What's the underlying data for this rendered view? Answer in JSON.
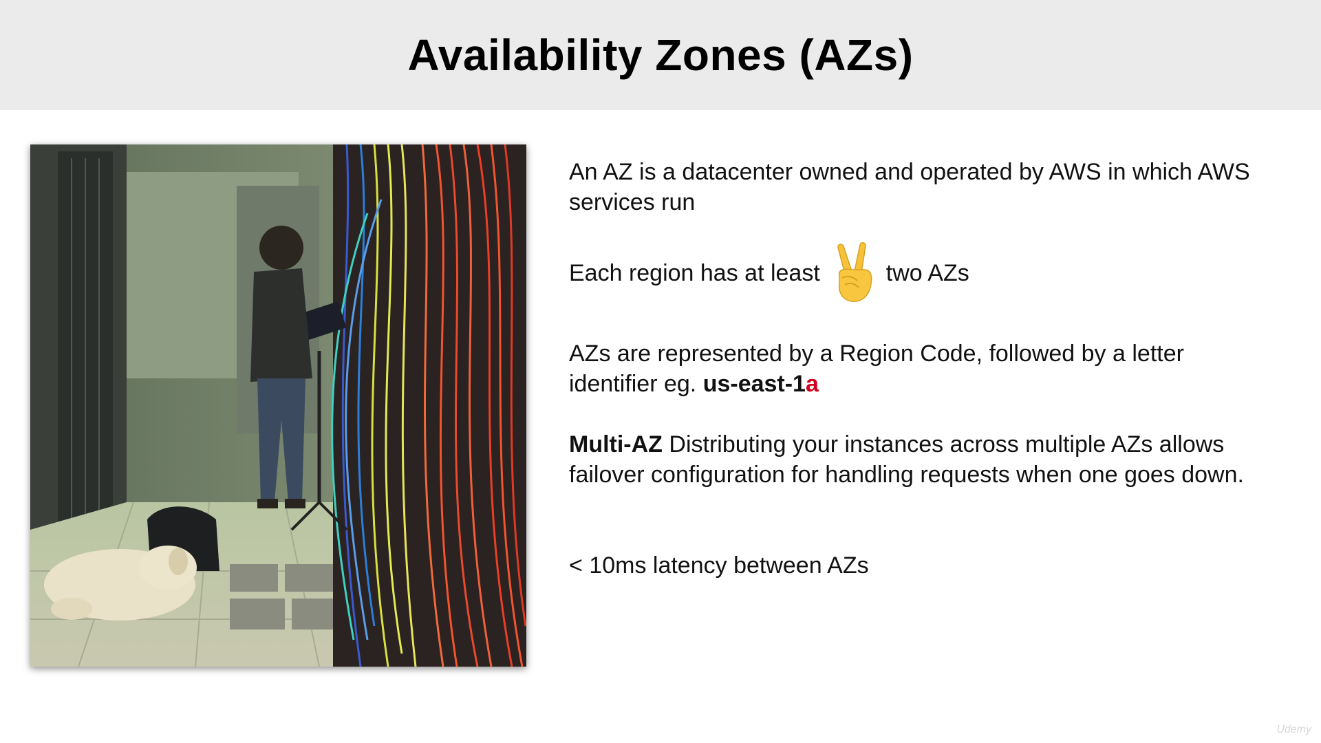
{
  "slide": {
    "title": "Availability Zones (AZs)"
  },
  "bullets": {
    "p1": "An AZ is a datacenter owned and operated by AWS in which AWS services run",
    "p2_before": "Each region has at least",
    "p2_emoji": "victory-hand-icon",
    "p2_after": "two AZs",
    "p3_text": "AZs are represented by a Region Code, followed by a letter identifier eg.",
    "p3_code_prefix": "us-east-1",
    "p3_code_suffix": "a",
    "p4_bold": "Multi-AZ",
    "p4_text": "Distributing your instances across multiple AZs allows failover configuration for handling requests when one goes down.",
    "p5": "< 10ms latency between AZs"
  },
  "watermark": "Udemy",
  "colors": {
    "header_bg": "#ebebeb",
    "accent_red": "#d0021b"
  }
}
